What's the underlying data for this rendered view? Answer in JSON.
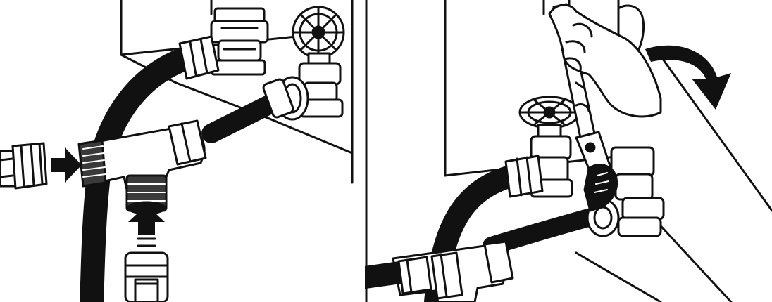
{
  "figure": {
    "panels": [
      {
        "id": "left",
        "content": "tee-fitting-attachment"
      },
      {
        "id": "right",
        "content": "tighten-with-pliers"
      }
    ]
  },
  "colors": {
    "ink": "#111111",
    "paper": "#ffffff",
    "thread": "#3a3a3a"
  },
  "icons": [
    "arrow-right-icon",
    "arrow-up-icon",
    "curved-arrow-clockwise-icon",
    "valve-handwheel-icon",
    "pliers-icon"
  ]
}
